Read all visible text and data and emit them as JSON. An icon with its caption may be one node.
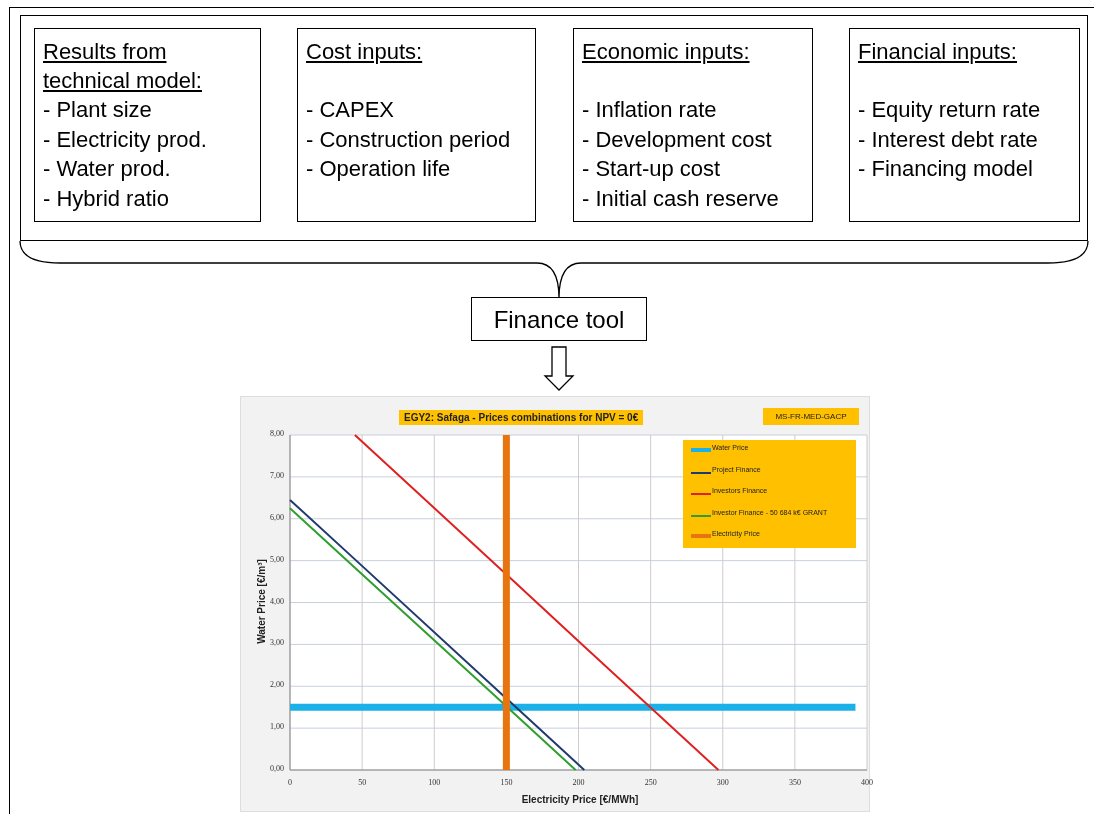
{
  "diagram": {
    "nodes": [
      {
        "text": [],
        "shape": "box"
      },
      {
        "text": [
          "Results from technical model:",
          "- Plant size",
          "- Electricity prod.",
          "- Water prod.",
          "- Hybrid ratio"
        ],
        "in": 0
      },
      {
        "text": [
          "Cost inputs:",
          "- CAPEX",
          "- Construction period",
          "- Operation life"
        ],
        "in": 0
      },
      {
        "text": [
          "Economic inputs:",
          "- Inflation rate",
          "- Development cost",
          "- Start-up cost",
          "- Initial cash reserve"
        ],
        "in": 0
      },
      {
        "text": [
          "Financial inputs:",
          "- Equity return rate",
          "- Interest debt rate",
          "- Financing model"
        ],
        "in": 0
      },
      {
        "text": [
          "Finance tool"
        ]
      },
      {
        "text": [],
        "shape": "box"
      }
    ],
    "edges": [
      {
        "from": 0,
        "to": 5,
        "arrow": "none"
      },
      {
        "from": 5,
        "to": 6,
        "arrow": "to"
      }
    ],
    "chart_data": {
      "type": "line",
      "title": "EGY2: Safaga - Prices combinations for NPV = 0€",
      "xlabel": "Electricity Price [€/MWh]",
      "ylabel": "Water Price [€/m³]",
      "x": [
        0,
        45,
        150,
        150,
        198,
        204,
        297,
        392
      ],
      "series": [
        {
          "name": "Water Price",
          "color": "#1ab0e8",
          "values": [
            1.5,
            1.5,
            1.5,
            1.5,
            1.5,
            1.5,
            1.5,
            1.5
          ]
        },
        {
          "name": "Project Finance",
          "color": "#1f3a6e",
          "values": [
            6.45,
            5.03,
            1.71,
            1.71,
            0.19,
            0,
            null,
            null
          ]
        },
        {
          "name": "Investors Finance",
          "color": "#e02020",
          "values": [
            null,
            8,
            4.67,
            4.67,
            3.14,
            2.95,
            0,
            null
          ]
        },
        {
          "name": "Investor Finance - 50 684 k€ GRANT",
          "color": "#2e9e2e",
          "values": [
            6.25,
            4.83,
            1.52,
            1.52,
            0,
            null,
            null,
            null
          ]
        },
        {
          "name": "Electricity Price",
          "color": "#e87410",
          "values": [
            null,
            null,
            0,
            8,
            null,
            null,
            null,
            null
          ]
        }
      ],
      "xlim": [
        0,
        400
      ],
      "ylim": [
        0,
        8
      ],
      "xticks": [
        0,
        50,
        100,
        150,
        200,
        250,
        300,
        350,
        400
      ],
      "yticks": [
        {
          "value": 0,
          "label": "0,00"
        },
        {
          "value": 1,
          "label": "1,00"
        },
        {
          "value": 2,
          "label": "2,00"
        },
        {
          "value": 3,
          "label": "3,00"
        },
        {
          "value": 4,
          "label": "4,00"
        },
        {
          "value": 5,
          "label": "5,00"
        },
        {
          "value": 6,
          "label": "6,00"
        },
        {
          "value": 7,
          "label": "7,00"
        },
        {
          "value": 8,
          "label": "8,00"
        }
      ],
      "annotations": [
        "MS-FR-MED-GACP"
      ],
      "grid": true,
      "legend": true
    }
  }
}
